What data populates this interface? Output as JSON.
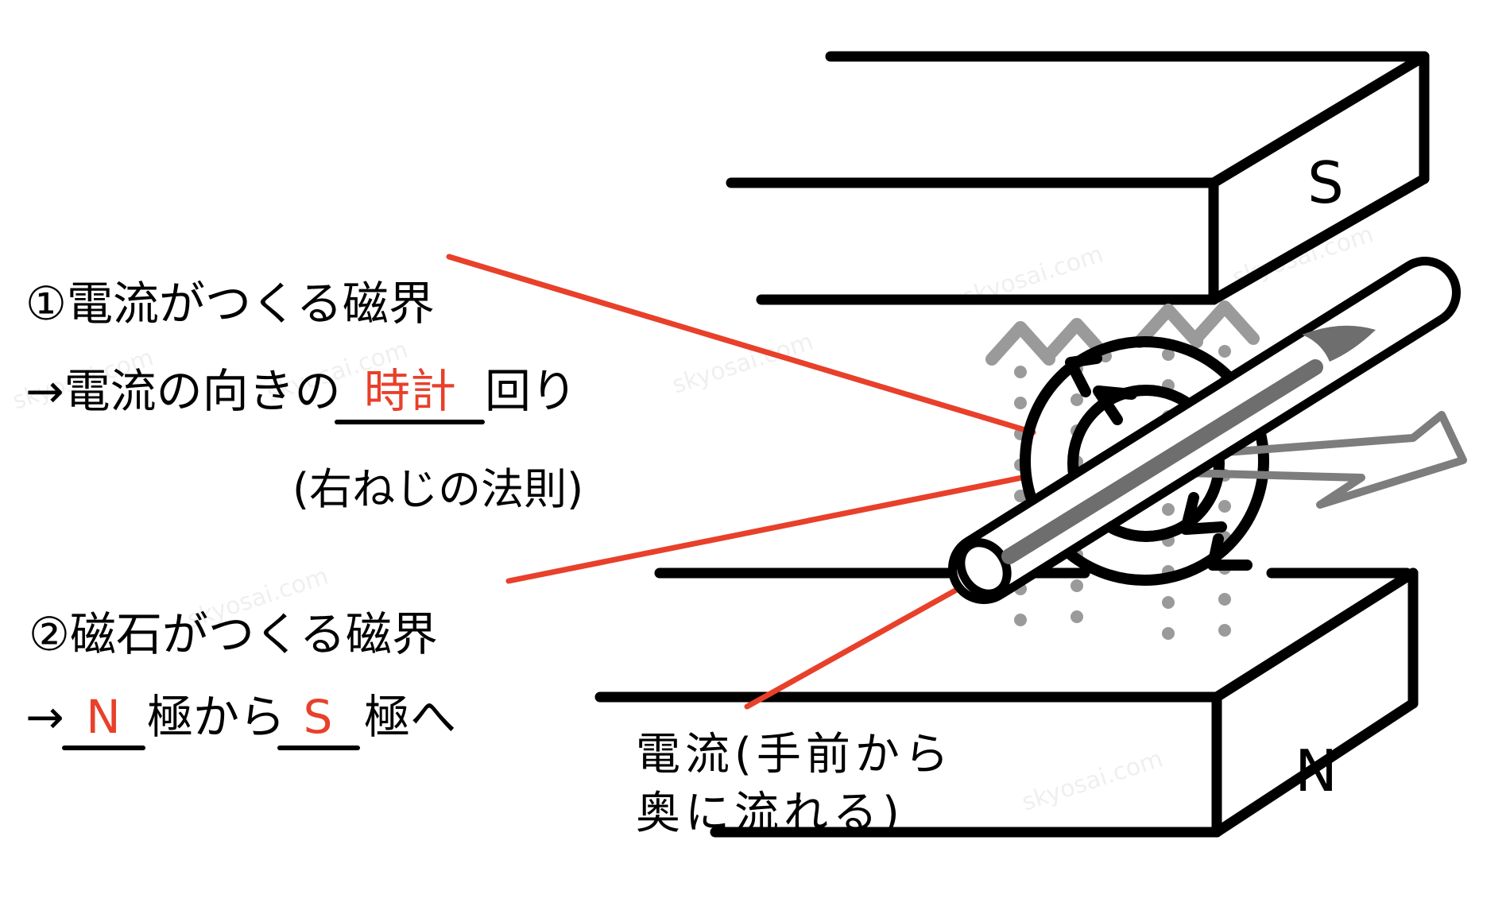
{
  "colors": {
    "ink": "#000000",
    "red": "#e8402a",
    "field_gray": "#9a9a9a",
    "current_arrow_gray": "#6e6e6e",
    "force_arrow_gray": "#7d7d7d"
  },
  "watermark": "skyosai.com",
  "poles": {
    "top": "S",
    "bottom": "N"
  },
  "notes": {
    "n1_line1": "①電流がつくる磁界",
    "n1_line2_prefix": "→電流の向きの",
    "n1_line2_answer": "時計",
    "n1_line2_suffix": "回り",
    "n1_line3": "(右ねじの法則)",
    "n2_line1": "②磁石がつくる磁界",
    "n2_arrow": "→",
    "n2_answer_n": "N",
    "n2_mid": "極から",
    "n2_answer_s": "S",
    "n2_tail": "極へ"
  },
  "current_label": {
    "line1": "電流(手前から",
    "line2": "奥に流れる)"
  }
}
